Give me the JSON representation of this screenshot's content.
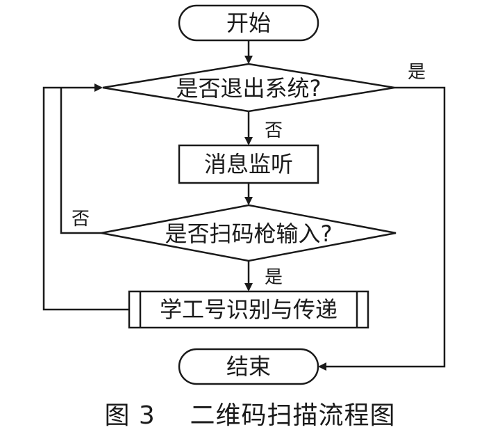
{
  "nodes": {
    "start": "开始",
    "exit_decision": "是否退出系统?",
    "listen": "消息监听",
    "scan_decision": "是否扫码枪输入?",
    "process": "学工号识别与传递",
    "end": "结束"
  },
  "edges": {
    "exit_no": "否",
    "exit_yes": "是",
    "scan_no": "否",
    "scan_yes": "是"
  },
  "caption": "图 3    二维码扫描流程图"
}
